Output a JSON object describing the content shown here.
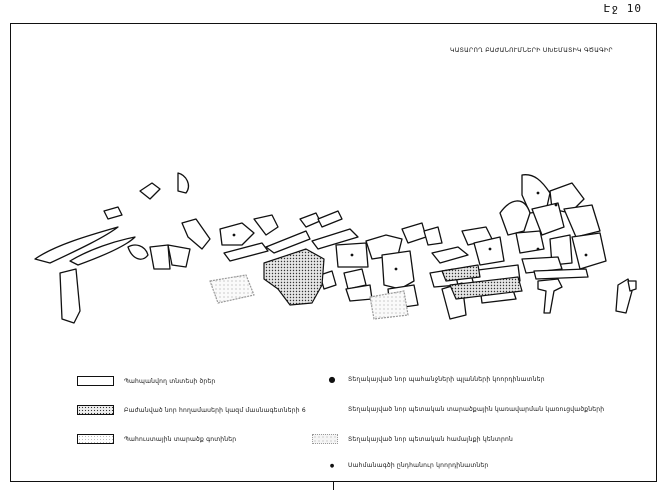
{
  "page": {
    "number": "Էջ 10"
  },
  "map": {
    "title": "ԿԱՏԱՐՈՂ ԲԱԺԱՆՈՒՄՆԵՐԻ ՍԽԵՄԱՏԻԿ ԳԾԱԳԻՐ"
  },
  "legend": {
    "items": [
      {
        "symbol": "white-box",
        "label": "Պահպանվող տնտեսի ծրեր"
      },
      {
        "symbol": "dotted-box",
        "label": "Բաժանված նոր հողամասերի կազմ մասնագետների 6"
      },
      {
        "symbol": "light-box",
        "label": "Պահուստային տարածք գոտիներ"
      },
      {
        "symbol": "dot",
        "label": "Տեղակայված նոր պահանջների պլանների կոորդինատներ"
      },
      {
        "symbol": "none",
        "label": "Տեղակայված նոր պետական տարածքային կառավարման կառուցվածքների"
      },
      {
        "symbol": "faint-box",
        "label": "Տեղակայված նոր պետական համայնքի կենտրոն"
      },
      {
        "symbol": "small-dot",
        "label": "Սահմանագծի ընդհանուր կոորդինատներ"
      }
    ]
  }
}
